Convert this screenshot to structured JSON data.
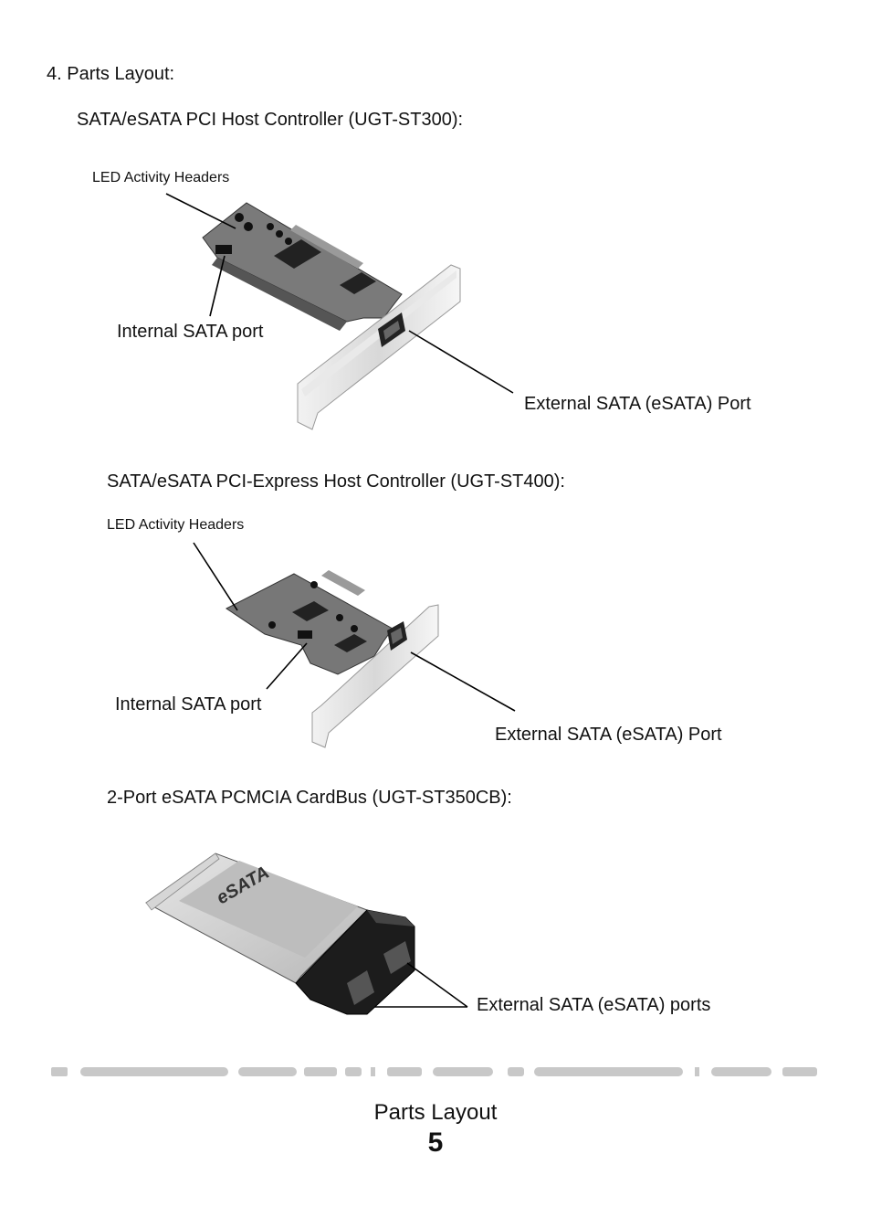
{
  "section_heading": "4. Parts Layout:",
  "st300": {
    "title": "SATA/eSATA PCI Host Controller (UGT-ST300):",
    "led_label": "LED Activity Headers",
    "internal_label": "Internal SATA port",
    "external_label": "External SATA (eSATA) Port"
  },
  "st400": {
    "title": "SATA/eSATA PCI-Express Host Controller (UGT-ST400):",
    "led_label": "LED Activity Headers",
    "internal_label": "Internal SATA port",
    "external_label": "External SATA (eSATA) Port"
  },
  "st350cb": {
    "title": "2-Port eSATA PCMCIA CardBus (UGT-ST350CB):",
    "card_brand": "eSATA",
    "external_label": "External SATA (eSATA) ports"
  },
  "footer": {
    "title": "Parts Layout",
    "page_number": "5"
  }
}
